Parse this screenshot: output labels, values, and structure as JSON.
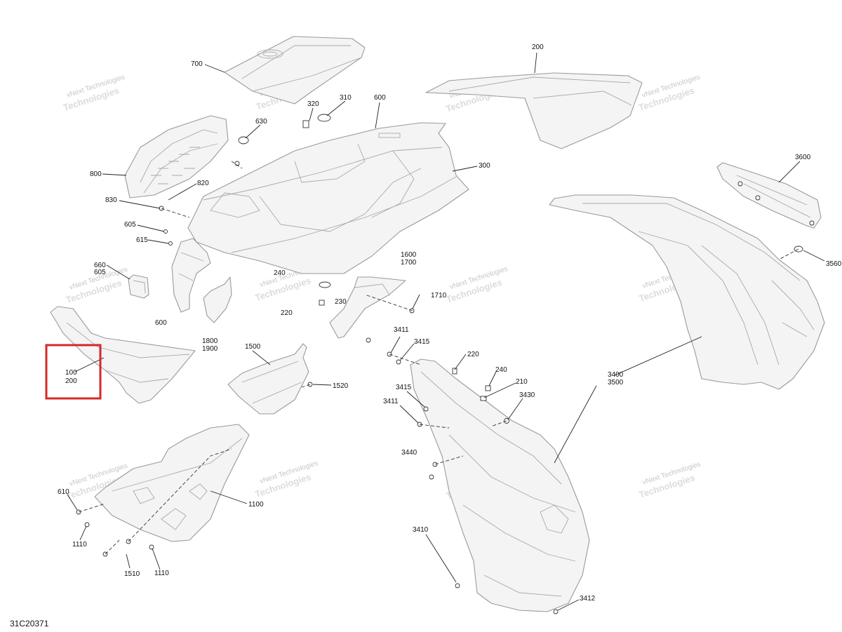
{
  "diagram": {
    "code": "31C20371",
    "watermark_line1": "vNext Technologies",
    "watermark_line2": "Technologies",
    "highlight_color": "#d62828",
    "callouts": {
      "c700": "700",
      "c200a": "200",
      "c600a": "600",
      "c310": "310",
      "c320": "320",
      "c630": "630",
      "c300": "300",
      "c800": "800",
      "c820": "820",
      "c830": "830",
      "c605a": "605",
      "c615": "615",
      "c660": "660",
      "c605b": "605",
      "c600b": "600",
      "c240a": "240",
      "c220a": "220",
      "c230": "230",
      "c1800": "1800",
      "c1900": "1900",
      "c1600": "1600",
      "c1700": "1700",
      "c1710": "1710",
      "c3600": "3600",
      "c3560": "3560",
      "c3400": "3400",
      "c3500": "3500",
      "c100": "100",
      "c200b": "200",
      "c1500": "1500",
      "c1520": "1520",
      "c3411a": "3411",
      "c3415a": "3415",
      "c220b": "220",
      "c240b": "240",
      "c210": "210",
      "c3430": "3430",
      "c3415b": "3415",
      "c3411b": "3411",
      "c3440": "3440",
      "c610": "610",
      "c1100": "1100",
      "c1110a": "1110",
      "c1510": "1510",
      "c1110b": "1110",
      "c3410": "3410",
      "c3412": "3412"
    }
  }
}
